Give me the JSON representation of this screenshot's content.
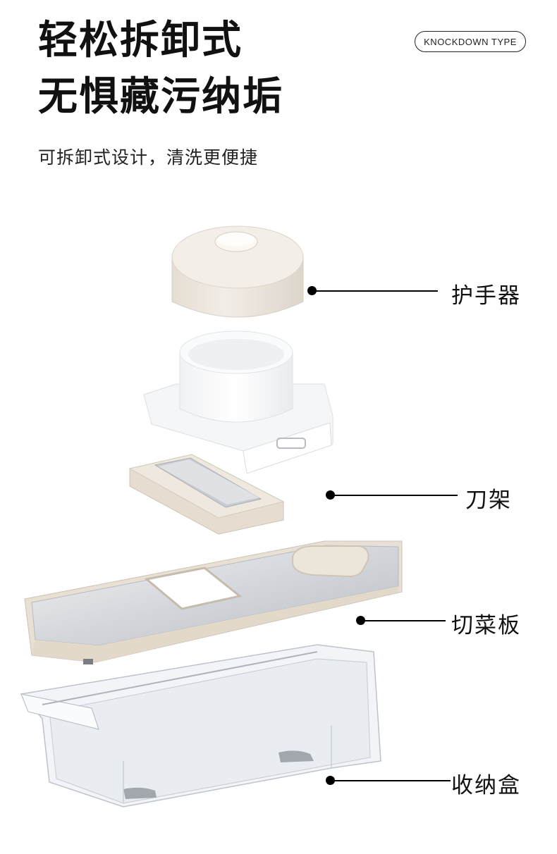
{
  "header": {
    "title_line1": "轻松拆卸式",
    "title_line2": "无惧藏污纳垢",
    "badge": "KNOCKDOWN TYPE",
    "subtitle": "可拆卸式设计，清洗更便捷"
  },
  "parts": [
    {
      "label": "护手器"
    },
    {
      "label": "刀架"
    },
    {
      "label": "切菜板"
    },
    {
      "label": "收纳盒"
    }
  ],
  "colors": {
    "cream": "#ece6dd",
    "white_part": "#ffffff",
    "steel": "#c9ccd0",
    "clear": "#eef1f5"
  }
}
